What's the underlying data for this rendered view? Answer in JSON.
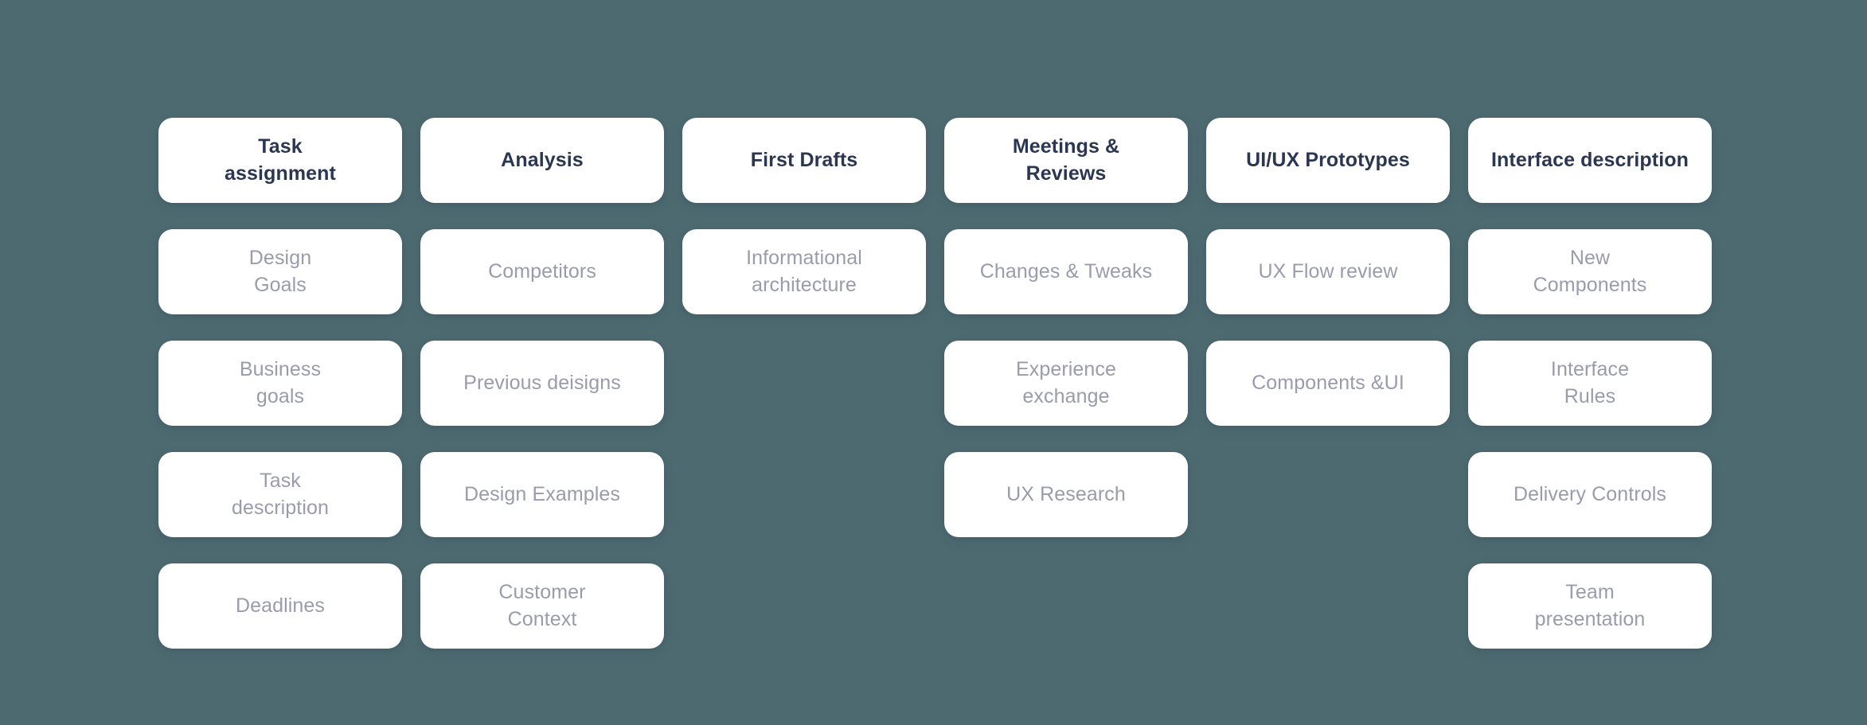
{
  "canvas": {
    "background_color": "#4d6a71",
    "card_color": "#ffffff",
    "header_text_color": "#2b3651",
    "body_text_color": "#9a9bac"
  },
  "board": {
    "columns": 6,
    "rows": 5,
    "cells": [
      {
        "row": 1,
        "col": 1,
        "kind": "header",
        "label": "Task\nassignment"
      },
      {
        "row": 1,
        "col": 2,
        "kind": "header",
        "label": "Analysis"
      },
      {
        "row": 1,
        "col": 3,
        "kind": "header",
        "label": "First Drafts"
      },
      {
        "row": 1,
        "col": 4,
        "kind": "header",
        "label": "Meetings  &\nReviews"
      },
      {
        "row": 1,
        "col": 5,
        "kind": "header",
        "label": "UI/UX Prototypes"
      },
      {
        "row": 1,
        "col": 6,
        "kind": "header",
        "label": "Interface description"
      },
      {
        "row": 2,
        "col": 1,
        "kind": "item",
        "label": "Design\nGoals"
      },
      {
        "row": 2,
        "col": 2,
        "kind": "item",
        "label": "Competitors"
      },
      {
        "row": 2,
        "col": 3,
        "kind": "item",
        "label": "Informational\narchitecture"
      },
      {
        "row": 2,
        "col": 4,
        "kind": "item",
        "label": "Changes & Tweaks"
      },
      {
        "row": 2,
        "col": 5,
        "kind": "item",
        "label": "UX Flow review"
      },
      {
        "row": 2,
        "col": 6,
        "kind": "item",
        "label": "New\nComponents"
      },
      {
        "row": 3,
        "col": 1,
        "kind": "item",
        "label": "Business\ngoals"
      },
      {
        "row": 3,
        "col": 2,
        "kind": "item",
        "label": "Previous deisigns"
      },
      {
        "row": 3,
        "col": 3,
        "kind": "empty",
        "label": ""
      },
      {
        "row": 3,
        "col": 4,
        "kind": "item",
        "label": "Experience\nexchange"
      },
      {
        "row": 3,
        "col": 5,
        "kind": "item",
        "label": "Components &UI"
      },
      {
        "row": 3,
        "col": 6,
        "kind": "item",
        "label": "Interface\nRules"
      },
      {
        "row": 4,
        "col": 1,
        "kind": "item",
        "label": "Task\ndescription"
      },
      {
        "row": 4,
        "col": 2,
        "kind": "item",
        "label": "Design Examples"
      },
      {
        "row": 4,
        "col": 3,
        "kind": "empty",
        "label": ""
      },
      {
        "row": 4,
        "col": 4,
        "kind": "item",
        "label": "UX Research"
      },
      {
        "row": 4,
        "col": 5,
        "kind": "empty",
        "label": ""
      },
      {
        "row": 4,
        "col": 6,
        "kind": "item",
        "label": "Delivery Controls"
      },
      {
        "row": 5,
        "col": 1,
        "kind": "item",
        "label": "Deadlines"
      },
      {
        "row": 5,
        "col": 2,
        "kind": "item",
        "label": "Customer\nContext"
      },
      {
        "row": 5,
        "col": 3,
        "kind": "empty",
        "label": ""
      },
      {
        "row": 5,
        "col": 4,
        "kind": "empty",
        "label": ""
      },
      {
        "row": 5,
        "col": 5,
        "kind": "empty",
        "label": ""
      },
      {
        "row": 5,
        "col": 6,
        "kind": "item",
        "label": "Team\npresentation"
      }
    ]
  }
}
